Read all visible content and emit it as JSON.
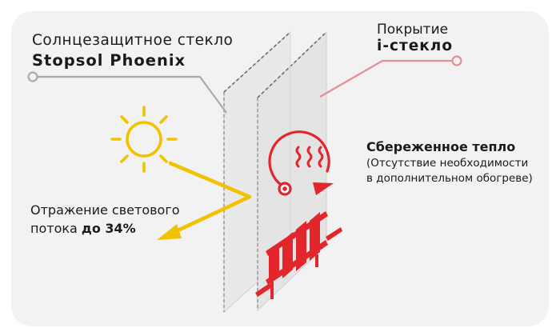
{
  "labels": {
    "glass": {
      "title": "Солнцезащитное стекло",
      "name": "Stopsol Phoenix"
    },
    "coating": {
      "title": "Покрытие",
      "name": "i-стекло"
    },
    "saved_heat": {
      "title": "Сбереженное тепло",
      "note_line1": "(Отсутствие необходимости",
      "note_line2": "в дополнительном обогреве)"
    },
    "reflection": {
      "line1": "Отражение светового",
      "line2_prefix": "потока ",
      "line2_value": "до 34%"
    }
  },
  "icons": [
    "sun-icon",
    "heat-waves-icon",
    "radiator-icon"
  ],
  "colors": {
    "sun_yellow": "#f2c200",
    "heat_red": "#e3262b",
    "pointer_gray": "#aaaaaa",
    "pointer_pink": "#e88c96",
    "card_bg": "#f2f2f2"
  }
}
